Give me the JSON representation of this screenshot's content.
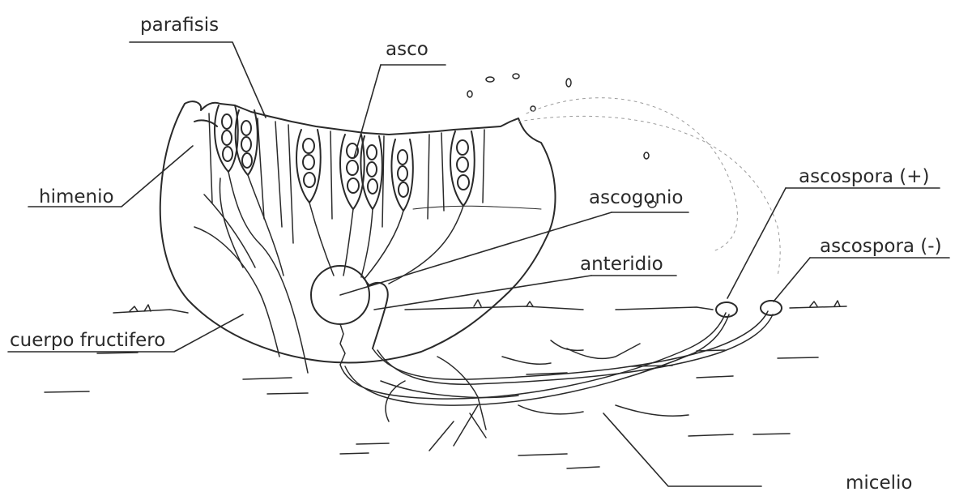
{
  "labels": {
    "parafisis": "parafisis",
    "asco": "asco",
    "himenio": "himenio",
    "ascogonio": "ascogonio",
    "anteridio": "anteridio",
    "cuerpo_fructifero": "cuerpo fructifero",
    "ascospora_plus": "ascospora (+)",
    "ascospora_minus": "ascospora (-)",
    "micelio": "micelio"
  },
  "colors": {
    "ink": "#2a2a2a",
    "background": "#ffffff"
  }
}
